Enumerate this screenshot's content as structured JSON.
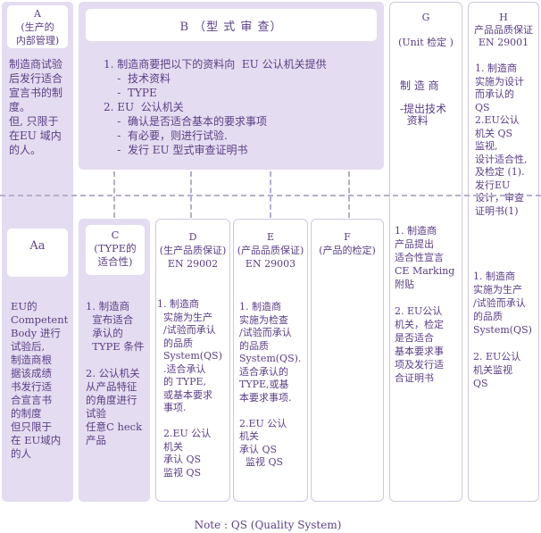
{
  "colA": {
    "title": "A\n(生产的\n内部管理)",
    "text": "制造商试验\n后发行适合\n宣言书的制\n度。\n但, 只限于\n在EU 域内\n的人。"
  },
  "colB": {
    "title": "B （型 式 审 查）",
    "text": "1. 制造商要把以下的资料向  EU 公认机关提供\n    -  技术资料\n    -  TYPE\n2. EU  公认机关\n    -  确认是否适合基本的要求事项\n    -  有必要，则进行试验.\n    -  发行 EU 型式审查证明书"
  },
  "colG": {
    "title": "G\n\n(Unit 检定 )",
    "text": "制 造 商\n\n-提出技术\n  资料",
    "lower": "1. 制造商\n产品提出\n适合性宣言\nCE Marking\n附贴\n\n2. EU公认\n机关，检定\n是否适合\n基本要求事\n项及发行适\n合证明书"
  },
  "colH": {
    "title": "H\n产品品质保证\nEN 29001",
    "text": "1. 制造商\n实施为设计\n而承认的\nQS\n2.EU公认\n机关 QS\n监视,\n设计适合性,\n及检定 (1).\n发行EU\n设计，审查\n证明书(1)",
    "lower": "1. 制造商\n实施为生产\n/试验而承认\n的品质\nSystem(QS)\n\n2. EU公认\n机关监视\nQS"
  },
  "colAa": {
    "title": "Aa",
    "text": "EU的\nCompetent\nBody 进行\n试验后,\n制造商根\n据该成绩\n书发行适\n合宣言书\n的制度\n但只限于\n在 EU域内\n的人"
  },
  "colC": {
    "title": "C\n(TYPE的\n适合性)",
    "text": "1. 制造商\n  宣布适合\n  承认的\n  TYPE 条件\n\n2. 公认机关\n从产品特征\n的角度进行\n试验\n任意C heck\n产品"
  },
  "colD": {
    "title": "D\n(生产品质保证)\nEN 29002",
    "text": "1. 制造商\n  实施为生产\n  /试验而承认\n  的品质\n  System(QS)\n  .适合承认\n  的 TYPE,\n  或基本要求\n  事项.\n\n  2.EU 公认\n  机关\n  承认 QS\n  监视 QS"
  },
  "colE": {
    "title": "E\n(产品品质保证)\nEN 29003",
    "text": "1. 制造商\n实施为检查\n/试验而承认\n的品质\nSystem(QS).\n适合承认的\nTYPE,或基\n本要求事项.\n\n2.EU 公认\n机关\n承认 QS\n  监视 QS"
  },
  "colF": {
    "title": "F\n(产品的检定)"
  },
  "note": "Note : QS (Quality System)"
}
